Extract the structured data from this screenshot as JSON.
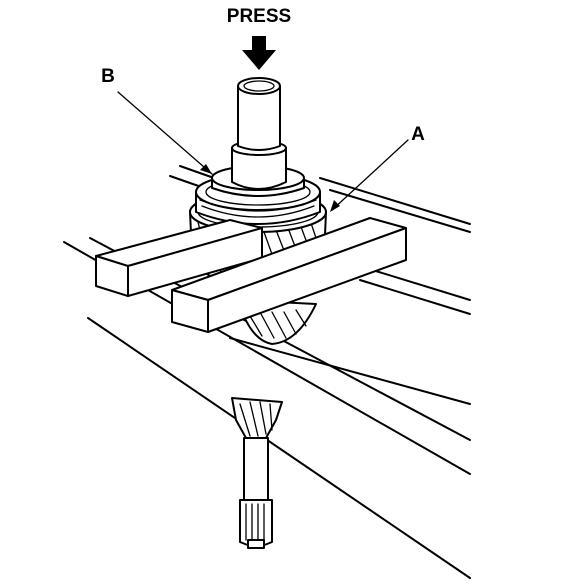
{
  "labels": {
    "press": "PRESS",
    "label_a": "A",
    "label_b": "B"
  },
  "colors": {
    "ink": "#000000",
    "paper": "#ffffff"
  }
}
